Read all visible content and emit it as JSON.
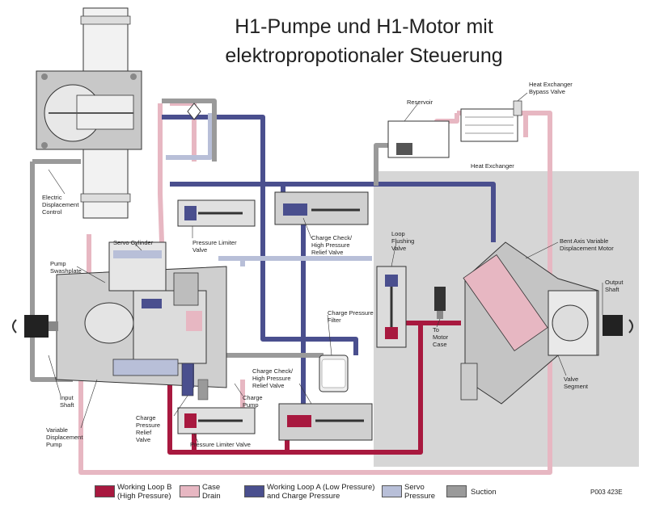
{
  "title": {
    "line1": "H1-Pumpe und H1-Motor mit",
    "line2": "elektropropotionaler Steuerung"
  },
  "colors": {
    "working_loop_b": "#a8193f",
    "case_drain": "#e7b7c2",
    "working_loop_a": "#4a4f8e",
    "servo_pressure": "#b8bfd8",
    "suction": "#9a9a9a",
    "suction_area": "#d6d6d6"
  },
  "labels": {
    "electric_control": "Electric\nDisplacement\nControl",
    "servo_cylinder": "Servo Cylinder",
    "pump_swashplate": "Pump\nSwashplate",
    "pressure_limiter_top": "Pressure Limiter\nValve",
    "charge_check_top": "Charge Check/\nHigh Pressure\nRelief Valve",
    "reservoir": "Reservoir",
    "heat_exchanger_bypass": "Heat Exchanger\nBypass Valve",
    "heat_exchanger": "Heat Exchanger",
    "loop_flushing": "Loop\nFlushing\nValve",
    "bent_axis_motor": "Bent Axis Variable\nDisplacement Motor",
    "output_shaft": "Output\nShaft",
    "charge_pressure_filter": "Charge Pressure\nFilter",
    "to_motor_case": "To\nMotor\nCase",
    "charge_check_bottom": "Charge Check/\nHigh Pressure\nRelief Valve",
    "charge_pump": "Charge\nPump",
    "charge_relief": "Charge\nPressure\nRelief\nValve",
    "pressure_limiter_bottom": "Pressure Limiter Valve",
    "input_shaft": "Input\nShaft",
    "variable_pump": "Variable\nDisplacement\nPump",
    "valve_segment": "Valve\nSegment"
  },
  "legend": {
    "working_loop_b": "Working Loop B\n(High Pressure)",
    "case_drain": "Case\nDrain",
    "working_loop_a": "Working Loop A (Low Pressure)\nand Charge Pressure",
    "servo_pressure": "Servo\nPressure",
    "suction": "Suction",
    "code": "P003 423E"
  }
}
